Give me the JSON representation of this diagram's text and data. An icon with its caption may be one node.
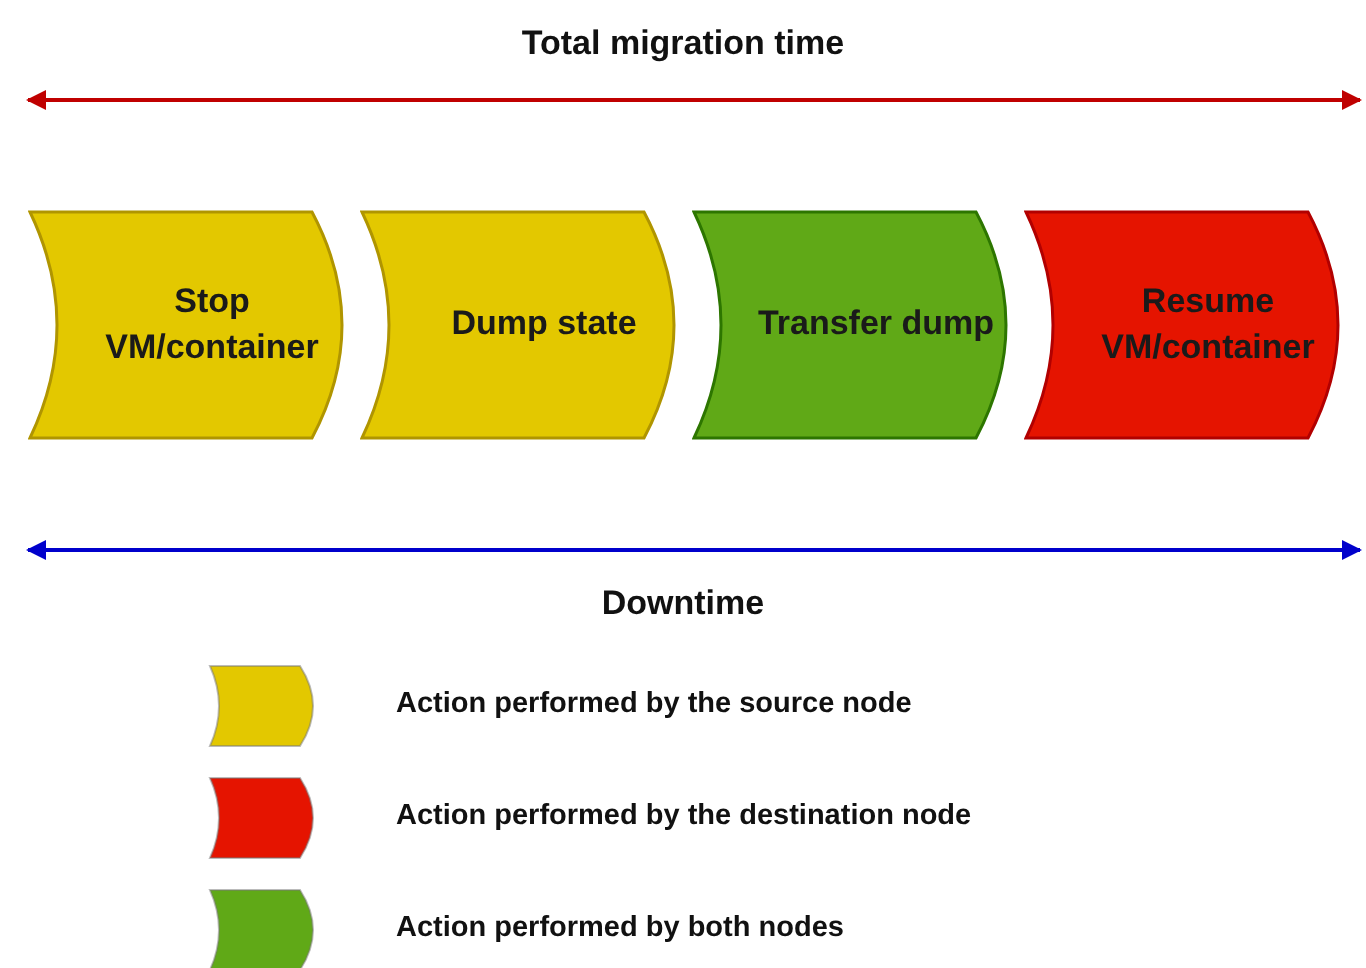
{
  "diagram": {
    "nodes": [
      {
        "text": [
          "Stop VM/container"
        ]
      },
      {
        "text": [
          "Dump state"
        ]
      },
      {
        "text": [
          "Transfer dump"
        ]
      },
      {
        "text": [
          "Resume VM/container"
        ]
      }
    ],
    "labels": [
      "Total migration time",
      "Downtime"
    ],
    "legend": [
      {
        "text": "Action performed by the source node",
        "color": "#e3c800"
      },
      {
        "text": "Action performed by the destination node",
        "color": "#e51400"
      },
      {
        "text": "Action performed by both nodes",
        "color": "#60a917"
      }
    ]
  }
}
